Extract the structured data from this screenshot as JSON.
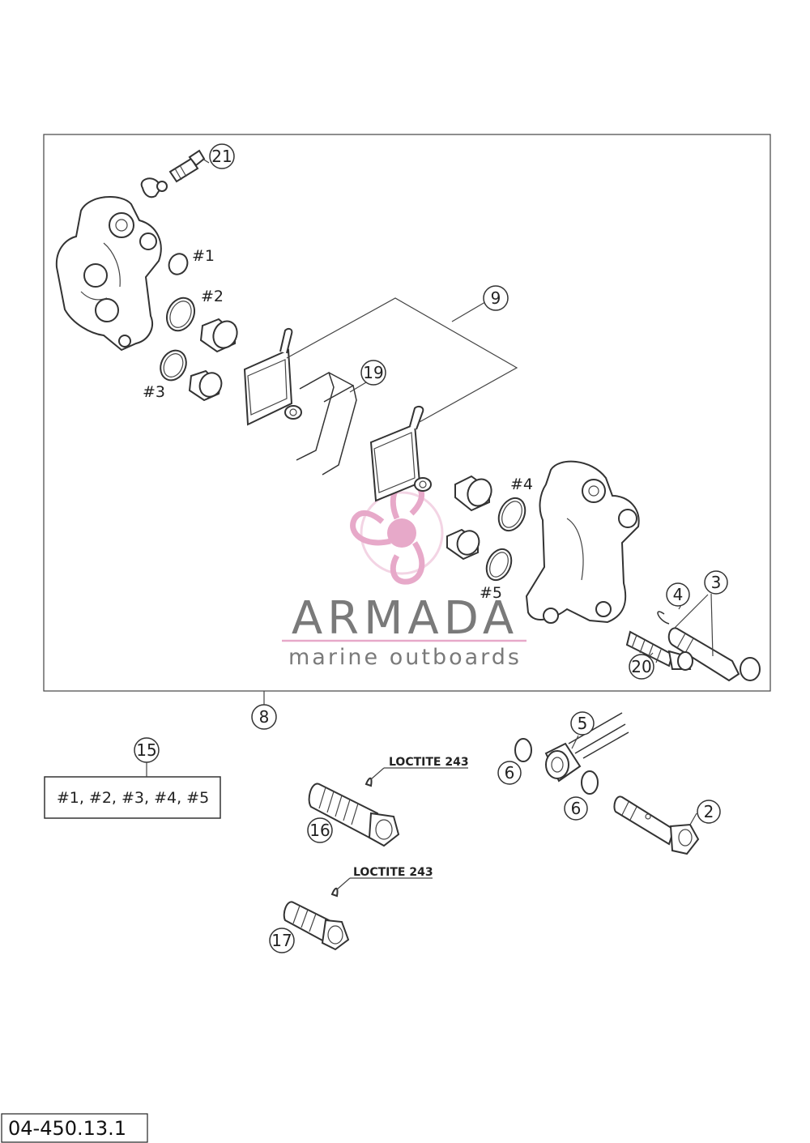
{
  "callouts": {
    "c2": "2",
    "c3": "3",
    "c4": "4",
    "c5": "5",
    "c6a": "6",
    "c6b": "6",
    "c8": "8",
    "c9": "9",
    "c15": "15",
    "c16": "16",
    "c17": "17",
    "c19": "19",
    "c20": "20",
    "c21": "21"
  },
  "seals": {
    "s1": "#1",
    "s2": "#2",
    "s3": "#3",
    "s4": "#4",
    "s5": "#5"
  },
  "kit_label": "#1, #2, #3, #4, #5",
  "notes": {
    "loctite_1": "LOCTITE 243",
    "loctite_2": "LOCTITE 243"
  },
  "drawing_code": "04-450.13.1",
  "watermark": {
    "brand": "ARMADA",
    "tagline": "marine outboards",
    "accent_color": "#e7a9c9",
    "text_color": "#7a7a7a"
  },
  "icons": [
    "brake-caliper-icon",
    "brake-pad-icon",
    "piston-icon",
    "o-ring-icon",
    "bolt-icon",
    "bleed-screw-icon",
    "pad-spring-icon",
    "propeller-logo-icon"
  ]
}
